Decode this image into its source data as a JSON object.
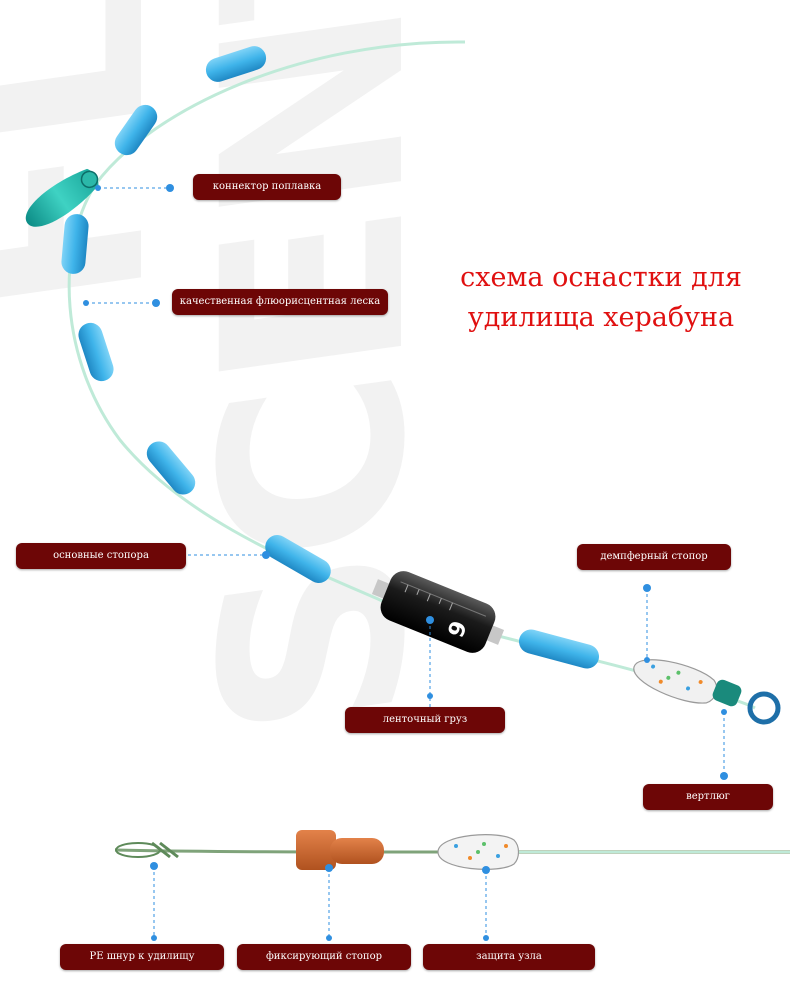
{
  "title": {
    "line1": "схема оснастки для",
    "line2": "удилища херабуна"
  },
  "background_text": {
    "word1": "FLUORE",
    "word2": "SCENT"
  },
  "weight_mark": "6",
  "labels": {
    "float_connector": "коннектор поплавка",
    "fluorescent_line": "качественная флюорисцентная леска",
    "main_stoppers": "основные стопора",
    "damper_stopper": "демпферный стопор",
    "tape_weight": "ленточный груз",
    "swivel": "вертлюг",
    "pe_braid": "PE шнур к удилищу",
    "fixing_stopper": "фиксирующий стопор",
    "knot_protection": "защита узла"
  },
  "colors": {
    "label_bg": "#6d0606",
    "title": "#e01010",
    "bead": "#3fb4ea",
    "line": "#bfead8",
    "leader": "#2f8fe0"
  }
}
